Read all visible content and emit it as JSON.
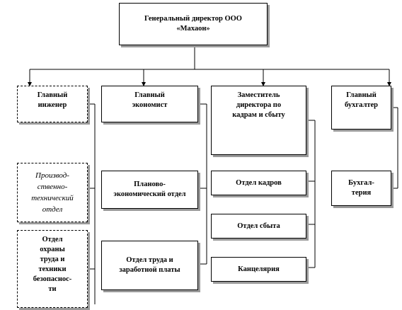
{
  "root": {
    "label": "Генеральный директор ООО\n«Махаон»"
  },
  "heads": [
    {
      "id": "chief_engineer",
      "label": "Главный\nинженер"
    },
    {
      "id": "chief_economist",
      "label": "Главный\nэкономист"
    },
    {
      "id": "deputy_director",
      "label": "Заместитель\nдиректора по\nкадрам и сбыту"
    },
    {
      "id": "chief_accountant",
      "label": "Главный\nбухгалтер"
    }
  ],
  "units": {
    "production_dept": "Производ-\nственно-\nтехнический\nотдел",
    "safety_dept": "Отдел\nохраны\nтруда и\nтехники\nбезопаснос-\nти",
    "planning_dept": "Планово-\nэкономический отдел",
    "labor_dept": "Отдел труда и\nзаработной платы",
    "hr_dept": "Отдел кадров",
    "sales_dept": "Отдел сбыта",
    "office": "Канцелярия",
    "accounting": "Бухгал-\nтерия"
  }
}
